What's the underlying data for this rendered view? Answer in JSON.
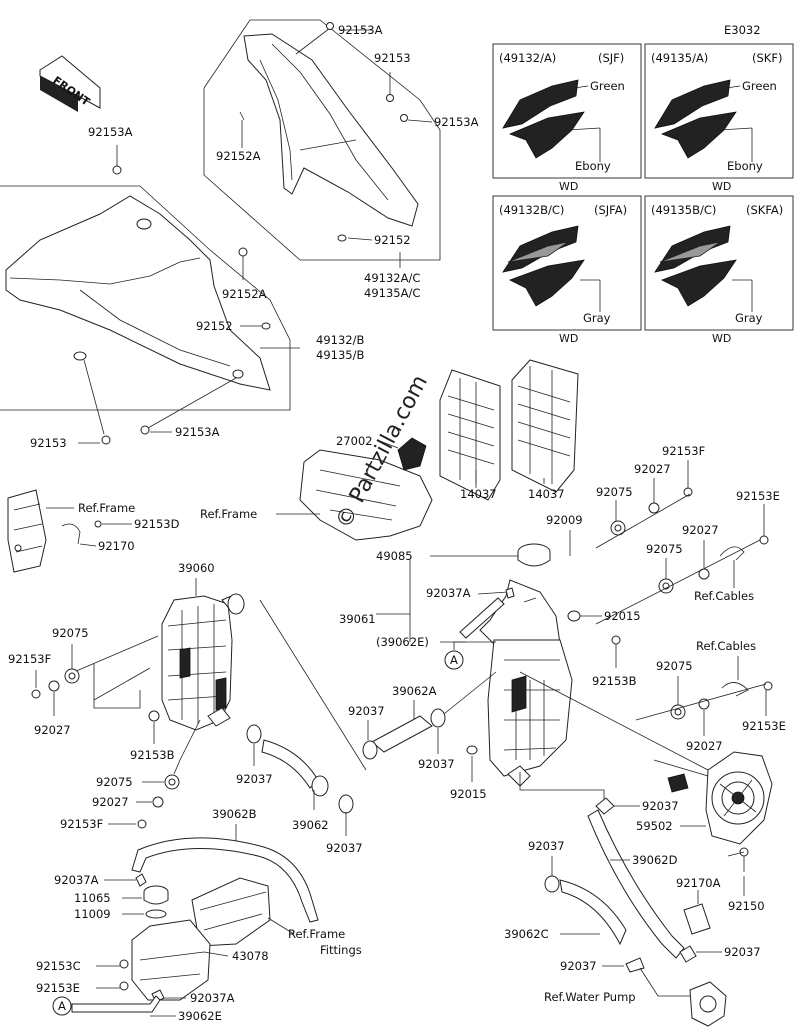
{
  "diagram_code": "E3032",
  "front_label": "FRONT",
  "watermark": "© Partzilla.com",
  "variants": [
    {
      "code": "(49132/A)",
      "tag": "(SJF)",
      "color_top": "Green",
      "color_bottom": "Ebony",
      "bottom": "WD"
    },
    {
      "code": "(49135/A)",
      "tag": "(SKF)",
      "color_top": "Green",
      "color_bottom": "Ebony",
      "bottom": "WD"
    },
    {
      "code": "(49132B/C)",
      "tag": "(SJFA)",
      "color_top": "",
      "color_bottom": "Gray",
      "bottom": "WD"
    },
    {
      "code": "(49135B/C)",
      "tag": "(SKFA)",
      "color_top": "",
      "color_bottom": "Gray",
      "bottom": "WD"
    }
  ],
  "labels": {
    "p92153A_top": "92153A",
    "p92153_top": "92153",
    "p92153A_right": "92153A",
    "p92152A_top": "92152A",
    "p92152_top": "92152",
    "p49132AC": "49132A/C",
    "p49135AC": "49135A/C",
    "p92153A_left": "92153A",
    "p92152A_mid": "92152A",
    "p92152_mid": "92152",
    "p49132B": "49132/B",
    "p49135B": "49135/B",
    "p92153_low": "92153",
    "p92153A_low": "92153A",
    "p27002": "27002",
    "ref_frame_mid": "Ref.Frame",
    "p14037a": "14037",
    "p14037b": "14037",
    "ref_frame_left": "Ref.Frame",
    "p92153D": "92153D",
    "p92170": "92170",
    "p92153F_r": "92153F",
    "p92027_r1": "92027",
    "p92075_r1": "92075",
    "p92153E_r1": "92153E",
    "p92009": "92009",
    "p92027_r2": "92027",
    "p92075_r2": "92075",
    "ref_cables_1": "Ref.Cables",
    "p49085": "49085",
    "p92037A_mid": "92037A",
    "p39061": "39061",
    "p39062E_mid": "(39062E)",
    "p92015a": "92015",
    "p92153B_r": "92153B",
    "circleA_1": "A",
    "ref_cables_2": "Ref.Cables",
    "p92075_r3": "92075",
    "p92153E_r2": "92153E",
    "p92027_r3": "92027",
    "p39060": "39060",
    "p92075_l1": "92075",
    "p92153F_l1": "92153F",
    "p92027_l1": "92027",
    "p92153B_l": "92153B",
    "p39062A": "39062A",
    "p92037_m1": "92037",
    "p92037_m2": "92037",
    "p92015b": "92015",
    "p92075_l2": "92075",
    "p92037_l1": "92037",
    "p92027_l2": "92027",
    "p39062": "39062",
    "p92153F_l2": "92153F",
    "p39062B": "39062B",
    "p92037_l2": "92037",
    "p92037_f1": "92037",
    "p59502": "59502",
    "p92037_f2": "92037",
    "p39062D": "39062D",
    "p92170A": "92170A",
    "p92150": "92150",
    "p92037A_l": "92037A",
    "p11065": "11065",
    "p11009": "11009",
    "ref_frame_fit1": "Ref.Frame",
    "ref_frame_fit2": "Fittings",
    "p43078": "43078",
    "p39062C": "39062C",
    "p92037_b1": "92037",
    "p92037_b2": "92037",
    "p92153C": "92153C",
    "p92153E_l": "92153E",
    "p92037A_b": "92037A",
    "ref_water_pump": "Ref.Water Pump",
    "circleA_2": "A",
    "p39062E_b": "39062E"
  },
  "colors": {
    "ink": "#222222",
    "paper": "#ffffff"
  }
}
